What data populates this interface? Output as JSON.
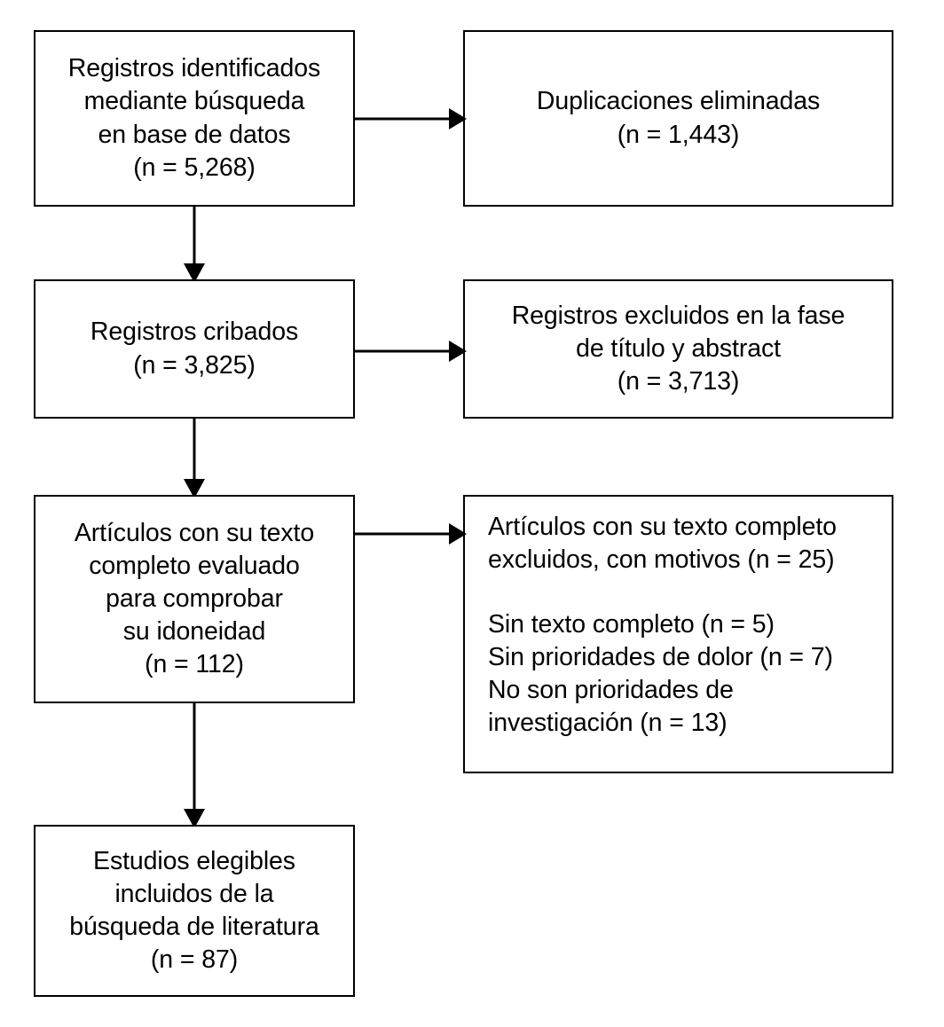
{
  "diagram": {
    "type": "prisma-flow-diagram",
    "language": "es",
    "background_color": "#ffffff",
    "line_color": "#000000"
  },
  "boxes": {
    "identified": {
      "name": "Registros identificados mediante búsqueda en base de datos",
      "lines": [
        "Registros identificados",
        "mediante búsqueda",
        "en base de datos",
        "(n = 5,268)"
      ],
      "count": "5,268"
    },
    "duplicates": {
      "name": "Duplicaciones eliminadas",
      "lines": [
        "Duplicaciones eliminadas",
        "(n = 1,443)"
      ],
      "count": "1,443"
    },
    "screened": {
      "name": "Registros cribados",
      "lines": [
        "Registros cribados",
        "(n = 3,825)"
      ],
      "count": "3,825"
    },
    "excluded_title_abstract": {
      "name": "Registros excluidos en la fase de título y abstract",
      "lines": [
        "Registros excluidos en la fase",
        "de título y abstract",
        "(n = 3,713)"
      ],
      "count": "3,713"
    },
    "fulltext_assessed": {
      "name": "Artículos con su texto completo evaluado para comprobar su idoneidad",
      "lines": [
        "Artículos con su texto",
        "completo evaluado",
        "para comprobar",
        "su idoneidad",
        "(n = 112)"
      ],
      "count": "112"
    },
    "fulltext_excluded": {
      "name": "Artículos con su texto completo excluidos, con motivos",
      "lines": [
        "Artículos con su texto completo",
        "excluidos, con motivos (n = 25)"
      ],
      "count": "25",
      "reasons": [
        "Sin texto completo (n = 5)",
        "Sin prioridades de dolor (n = 7)",
        "No son prioridades de",
        "investigación (n = 13)"
      ],
      "reason_counts": [
        "5",
        "7",
        "13"
      ]
    },
    "included": {
      "name": "Estudios elegibles incluidos de la búsqueda de literatura",
      "lines": [
        "Estudios elegibles",
        "incluidos de la",
        "búsqueda de literatura",
        "(n = 87)"
      ],
      "count": "87"
    }
  },
  "connectors": [
    {
      "name": "arrow-identified-to-duplicates",
      "direction": "right"
    },
    {
      "name": "arrow-identified-to-screened",
      "direction": "down"
    },
    {
      "name": "arrow-screened-to-excluded-title-abstract",
      "direction": "right"
    },
    {
      "name": "arrow-screened-to-fulltext",
      "direction": "down"
    },
    {
      "name": "arrow-fulltext-to-fulltext-excluded",
      "direction": "right"
    },
    {
      "name": "arrow-fulltext-to-included",
      "direction": "down"
    }
  ]
}
